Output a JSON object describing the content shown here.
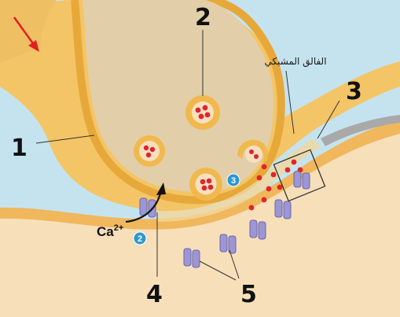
{
  "labels": {
    "l1": "1",
    "l2": "2",
    "l3": "3",
    "l4": "4",
    "l5": "5",
    "synaptic_cleft": "الفالق المشبكي",
    "calcium_prefix": "Ca",
    "calcium_charge": "2+",
    "badge_2": "2",
    "badge_3": "3"
  },
  "colors": {
    "background_fluid": "#c5e3ef",
    "neuron_outer": "#f4c566",
    "neuron_membrane": "#e7a83a",
    "terminal_cytoplasm": "#e2cfa9",
    "postsynaptic_cell": "#f7dfba",
    "vesicle_wall": "#f1b84e",
    "neurotransmitter": "#e0242b",
    "receptor": "#9c96d4",
    "badge": "#2b97d2",
    "arrow_red": "#e02020"
  }
}
